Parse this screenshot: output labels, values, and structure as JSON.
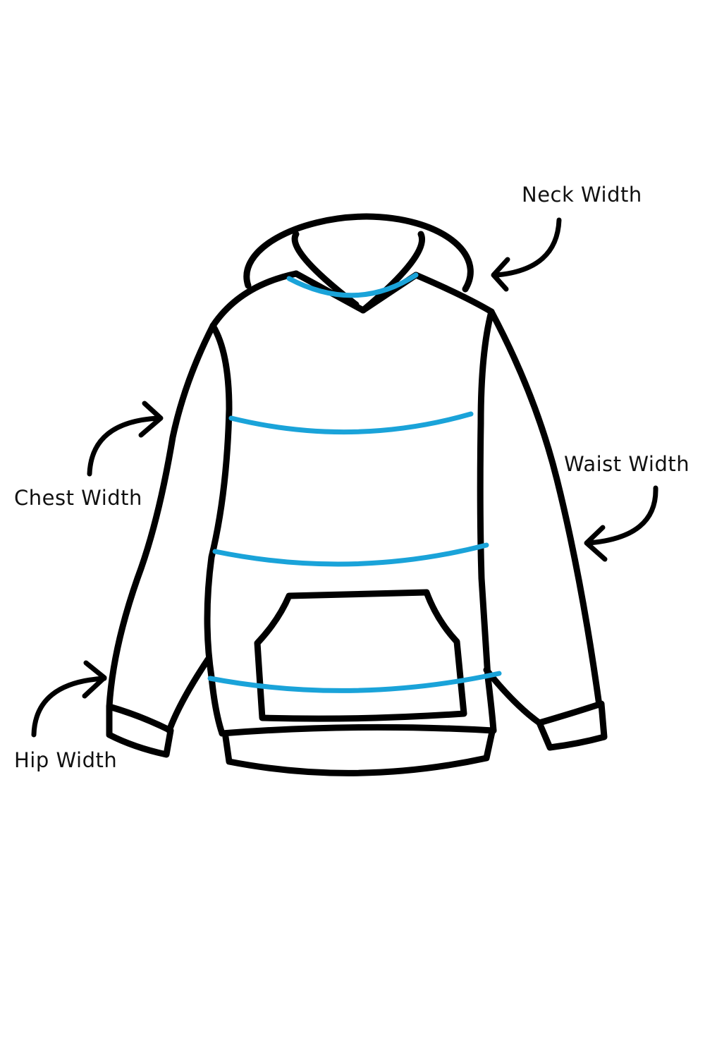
{
  "labels": {
    "neck": "Neck Width",
    "chest": "Chest Width",
    "waist": "Waist Width",
    "hip": "Hip Width"
  },
  "colors": {
    "outline": "#000000",
    "measure": "#1aa3d9",
    "background": "#ffffff"
  }
}
